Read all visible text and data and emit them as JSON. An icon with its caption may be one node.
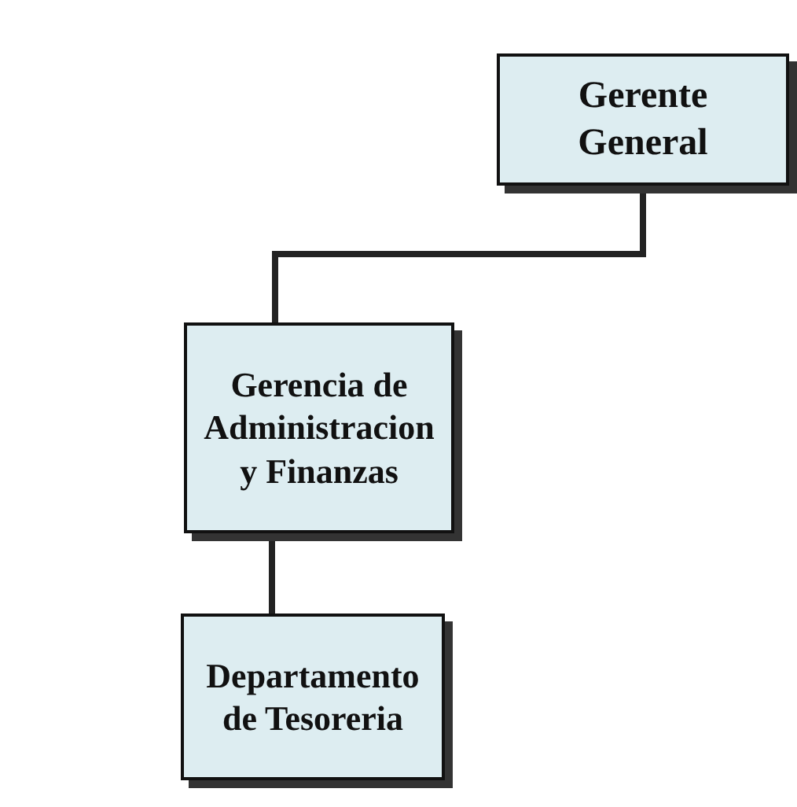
{
  "diagram": {
    "nodes": [
      {
        "text": [
          "Gerente General"
        ]
      },
      {
        "text": [
          "Gerencia de Administracion y Finanzas"
        ]
      },
      {
        "text": [
          "Departamento de Tesoreria"
        ]
      }
    ],
    "edges": [
      {
        "from": 0,
        "to": 1,
        "arrow": "none"
      },
      {
        "from": 1,
        "to": 2,
        "arrow": "none"
      }
    ]
  }
}
